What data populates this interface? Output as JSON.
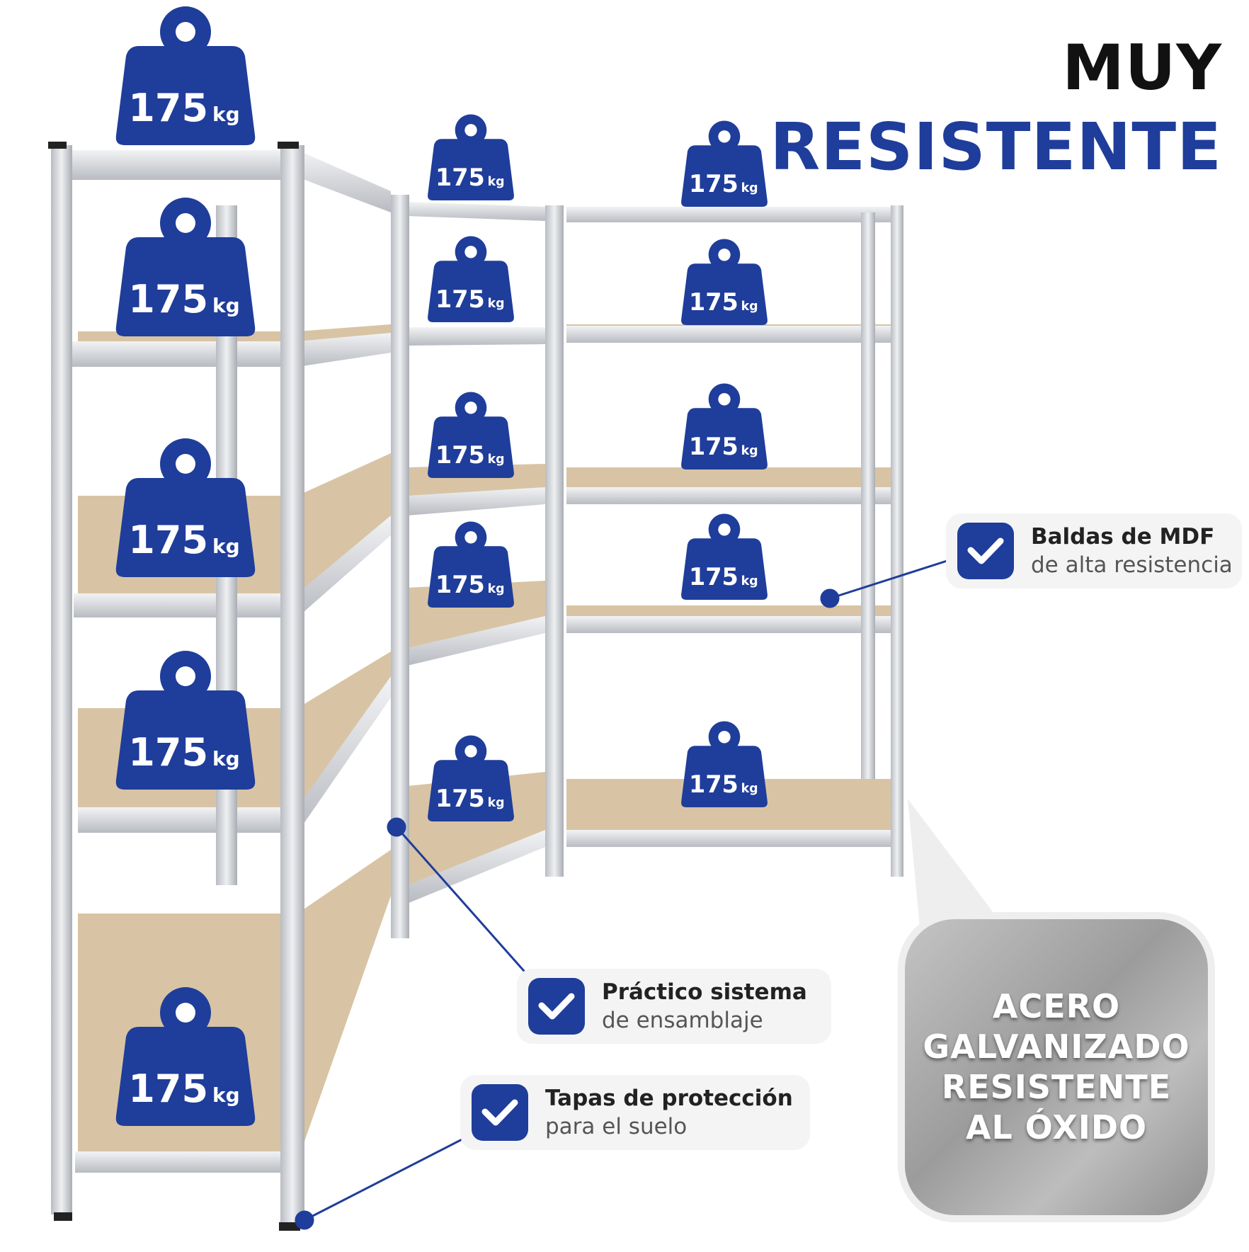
{
  "headline": {
    "line1": "MUY",
    "line2": "RESISTENTE"
  },
  "weight_label": {
    "value": "175",
    "unit": "kg"
  },
  "features": [
    {
      "bold": "Baldas de MDF",
      "regular": "de alta resistencia"
    },
    {
      "bold": "Práctico sistema",
      "regular": "de ensamblaje"
    },
    {
      "bold": "Tapas de protección",
      "regular": "para el suelo"
    }
  ],
  "badge": {
    "lines": [
      "ACERO",
      "GALVANIZADO",
      "RESISTENTE",
      "AL ÓXIDO"
    ]
  },
  "colors": {
    "brand_blue": "#1f3d9a",
    "mdf_board": "#d8c4a4",
    "galvanized_steel": "#d6d8dc",
    "headline_black": "#111111"
  }
}
